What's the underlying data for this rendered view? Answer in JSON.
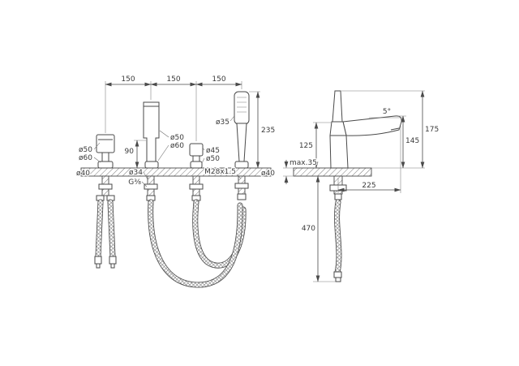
{
  "colors": {
    "background": "#ffffff",
    "line": "#4a4a4a",
    "text": "#3a3a3a"
  },
  "front_view": {
    "top_spans": [
      "150",
      "150",
      "150"
    ],
    "spout_height": "90",
    "handle": {
      "d1": "ø50",
      "d2": "ø60"
    },
    "spout": {
      "d1": "ø50",
      "d2": "ø60"
    },
    "diverter": {
      "d1": "ø45",
      "d2": "ø50"
    },
    "hand_shower": {
      "d": "ø35",
      "height": "235",
      "thread": "M28x1.5"
    },
    "hole_left": "ø40",
    "hole_right": "ø40",
    "shank": {
      "d": "ø34",
      "thread": "G⅜"
    }
  },
  "side_view": {
    "total_height": "175",
    "spout_height": "145",
    "body_height": "125",
    "spout_angle": "5°",
    "deck_thickness": "max.35",
    "spout_reach": "225",
    "hose_length": "470"
  }
}
